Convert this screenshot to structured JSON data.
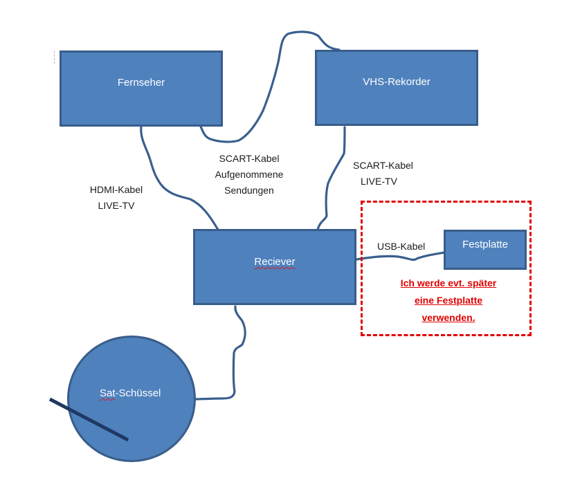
{
  "diagram": {
    "colors": {
      "node_fill": "#4f81bd",
      "node_border": "#385d8a",
      "cable": "#3a5f8f",
      "dish_arm": "#1f3864",
      "note_red": "#e00000"
    },
    "nodes": {
      "fernseher": "Fernseher",
      "vhs": "VHS-Rekorder",
      "receiver": "Reciever",
      "festplatte": "Festplatte",
      "sat": {
        "part1": "Sat",
        "part2": "-Schüssel"
      }
    },
    "cables": {
      "hdmi": {
        "line1": "HDMI-Kabel",
        "line2": "LIVE-TV"
      },
      "scart_tv_vhs": {
        "line1": "SCART-Kabel",
        "line2": "Aufgenommene",
        "line3": "Sendungen"
      },
      "scart_vhs_receiver": {
        "line1": "SCART-Kabel",
        "line2": "LIVE-TV"
      },
      "usb": {
        "line1": "USB-Kabel"
      }
    },
    "optional_note": {
      "line1": "Ich werde evt. später",
      "line2": "eine Festplatte",
      "line3": "verwenden."
    },
    "connections": [
      {
        "from": "Fernseher",
        "to": "Reciever",
        "cable": "HDMI-Kabel"
      },
      {
        "from": "Fernseher",
        "to": "VHS-Rekorder",
        "cable": "SCART-Kabel"
      },
      {
        "from": "VHS-Rekorder",
        "to": "Reciever",
        "cable": "SCART-Kabel"
      },
      {
        "from": "Reciever",
        "to": "Festplatte",
        "cable": "USB-Kabel"
      },
      {
        "from": "Sat-Schüssel",
        "to": "Reciever",
        "cable": ""
      }
    ]
  }
}
